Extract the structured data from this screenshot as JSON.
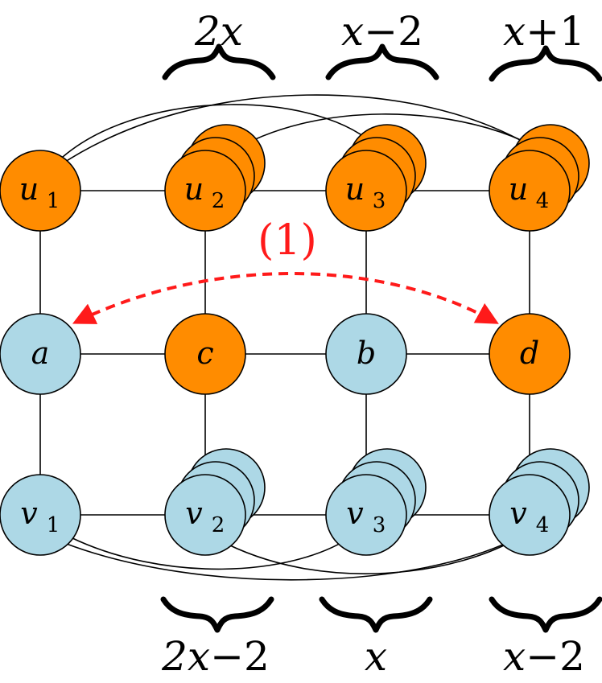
{
  "nodes": {
    "u1": {
      "base": "u",
      "sub": "1",
      "color": "#FF8C00"
    },
    "u2": {
      "base": "u",
      "sub": "2",
      "color": "#FF8C00"
    },
    "u3": {
      "base": "u",
      "sub": "3",
      "color": "#FF8C00"
    },
    "u4": {
      "base": "u",
      "sub": "4",
      "color": "#FF8C00"
    },
    "a": {
      "base": "a",
      "color": "#ADD8E6"
    },
    "c": {
      "base": "c",
      "color": "#FF8C00"
    },
    "b": {
      "base": "b",
      "color": "#ADD8E6"
    },
    "d": {
      "base": "d",
      "color": "#FF8C00"
    },
    "v1": {
      "base": "v",
      "sub": "1",
      "color": "#ADD8E6"
    },
    "v2": {
      "base": "v",
      "sub": "2",
      "color": "#ADD8E6"
    },
    "v3": {
      "base": "v",
      "sub": "3",
      "color": "#ADD8E6"
    },
    "v4": {
      "base": "v",
      "sub": "4",
      "color": "#ADD8E6"
    }
  },
  "braces_top": [
    {
      "var": "2x",
      "label": "2x"
    },
    {
      "var": "x",
      "op": "−",
      "num": "2",
      "label": "x−2"
    },
    {
      "var": "x",
      "op": "+",
      "num": "1",
      "label": "x+1"
    }
  ],
  "braces_bottom": [
    {
      "var": "2x",
      "op": "−",
      "num": "2",
      "label": "2x−2"
    },
    {
      "var": "x",
      "label": "x"
    },
    {
      "var": "x",
      "op": "−",
      "num": "2",
      "label": "x−2"
    }
  ],
  "annotation": {
    "label": "(1)",
    "color": "#FF1A1A"
  },
  "colors": {
    "orange": "#FF8C00",
    "blue": "#ADD8E6",
    "annotation": "#FF1A1A"
  }
}
